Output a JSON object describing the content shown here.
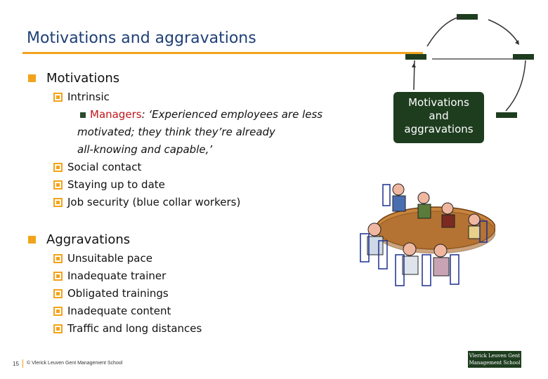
{
  "title": "Motivations and aggravations",
  "motivations": {
    "heading": "Motivations",
    "intrinsic_label": "Intrinsic",
    "manager_label": "Managers",
    "quote_line1": ": ‘Experienced employees are less",
    "quote_line2": "motivated; they think they’re already",
    "quote_line3": "all-knowing and capable,’",
    "items": [
      "Social contact",
      "Staying up to date",
      "Job security (blue collar workers)"
    ]
  },
  "aggravations": {
    "heading": "Aggravations",
    "items": [
      "Unsuitable pace",
      "Inadequate trainer",
      "Obligated trainings",
      "Inadequate content",
      "Traffic and long distances"
    ]
  },
  "cycle": {
    "label_line1": "Motivations",
    "label_line2": "and",
    "label_line3": "aggravations"
  },
  "footer": {
    "page_number": "15",
    "copyright": "© Vlerick Leuven Gent Management School"
  },
  "logo": {
    "line1": "Vlerick Leuven Gent",
    "line2": "Management School"
  },
  "colors": {
    "title": "#1f3f77",
    "accent": "#f2a31c",
    "box": "#1e3d1f",
    "manager": "#c0161b"
  },
  "icons": [
    "meeting-illustration",
    "cycle-arrow-icon"
  ]
}
